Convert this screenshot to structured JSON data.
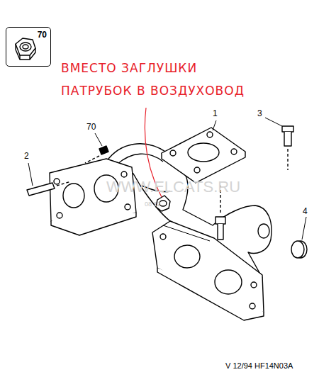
{
  "diagram": {
    "nodes": [
      {
        "text": [
          "70"
        ]
      }
    ],
    "labels": [
      "ВМЕСТО ЗАГЛУШКИ ПАТРУБОК В ВОЗДУХОВОД",
      "1",
      "3",
      "2",
      "70",
      "4",
      "WWW.ELCATS.RU",
      "08 12",
      "V 12/94 HF14N03A"
    ]
  }
}
